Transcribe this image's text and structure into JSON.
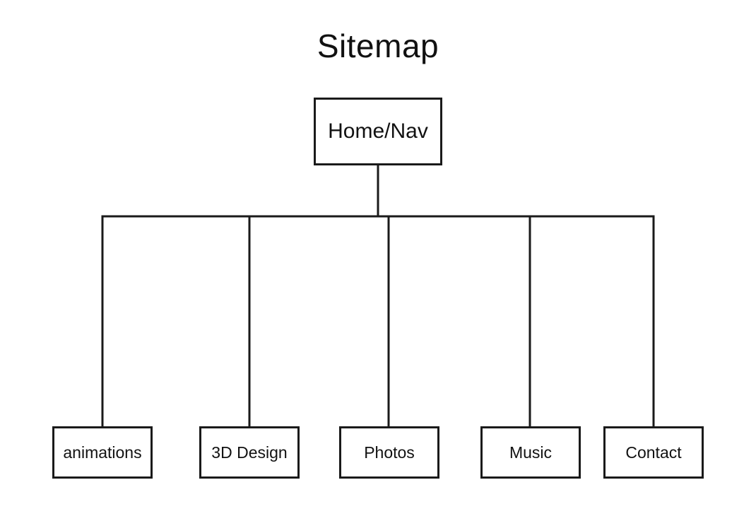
{
  "diagram": {
    "title": "Sitemap",
    "root": {
      "label": "Home/Nav"
    },
    "children": [
      {
        "label": "animations"
      },
      {
        "label": "3D Design"
      },
      {
        "label": "Photos"
      },
      {
        "label": "Music"
      },
      {
        "label": "Contact"
      }
    ],
    "colors": {
      "line": "#1a1a1a",
      "background": "#ffffff",
      "text": "#111111"
    }
  }
}
